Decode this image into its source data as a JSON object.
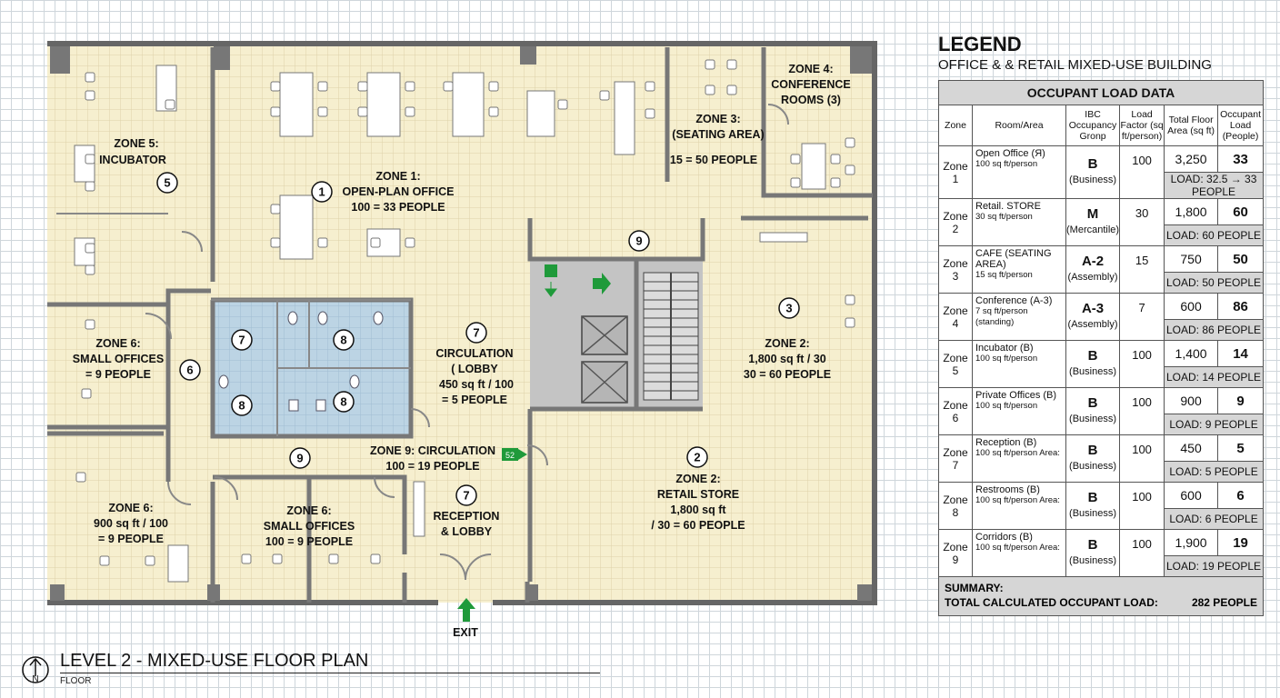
{
  "plan": {
    "labels": {
      "zone1": [
        "ZONE 1:",
        "OPEN-PLAN OFFICE",
        "100 = 33 PEOPLE"
      ],
      "zone3": [
        "ZONE 3:",
        "(SEATING AREA)",
        "15 = 50 PEOPLE"
      ],
      "zone4": [
        "ZONE 4:",
        "CONFERENCE",
        "ROOMS (3)"
      ],
      "zone5": [
        "ZONE 5:",
        "INCUBATOR"
      ],
      "zone6_small": [
        "ZONE 6:",
        "SMALL OFFICES",
        "= 9 PEOPLE"
      ],
      "zone6_large": [
        "ZONE 6:",
        "900 sq ft / 100",
        "= 9 PEOPLE"
      ],
      "zone6_bottom": [
        "ZONE 6:",
        "SMALL OFFICES",
        "100 = 9 PEOPLE"
      ],
      "circulation": [
        "CIRCULATION",
        "( LOBBY",
        "450 sq ft / 100",
        "= 5 PEOPLE"
      ],
      "zone9": [
        "ZONE 9: CIRCULATION",
        "100 = 19 PEOPLE"
      ],
      "reception": [
        "RECEPTION",
        "& LOBBY"
      ],
      "zone2_retail": [
        "ZONE 2:",
        "RETAIL STORE",
        "1,800 sq ft",
        "/ 30 = 60 PEOPLE"
      ],
      "zone2_cafe": [
        "ZONE 2:",
        "1,800 sq ft / 30",
        "30 = 60 PEOPLE"
      ],
      "exit": "EXIT",
      "exit_sign": "52"
    },
    "markers": {
      "m1": "1",
      "m5": "5",
      "m6": "6",
      "m7a": "7",
      "m7b": "7",
      "m7c": "7",
      "m8a": "8",
      "m8b": "8",
      "m8c": "8",
      "m9a": "9",
      "m9b": "9",
      "m3": "3",
      "m2": "2"
    }
  },
  "legend": {
    "title": "LEGEND",
    "subtitle": "OFFICE & & RETAIL MIXED-USE BUILDING",
    "table_title": "OCCUPANT LOAD DATA",
    "headers": {
      "zone": "Zone",
      "room": "Room/Area",
      "group": "IBC Occupancy Gronp",
      "load_factor": "Load Factor (sq ft/person)",
      "area": "Total Floor Area (sq ft)",
      "occupant": "Occupant Load (People)"
    },
    "rows": [
      {
        "zone": "Zone 1",
        "room": "Open Office (Я)",
        "sub": "100 sq ft/person",
        "group": "B",
        "group_name": "(Business)",
        "lf": "100",
        "area": "3,250",
        "occ": "33",
        "load": "LOAD: 32.5 → 33 PEOPLE"
      },
      {
        "zone": "Zone 2",
        "room": "Retail. STORE",
        "sub": "30 sq ft/person",
        "group": "M",
        "group_name": "(Mercantile)",
        "lf": "30",
        "area": "1,800",
        "occ": "60",
        "load": "LOAD: 60 PEOPLE"
      },
      {
        "zone": "Zone 3",
        "room": "CAFE (SEATING AREA)",
        "sub": "15 sq ft/person",
        "group": "A-2",
        "group_name": "(Assembly)",
        "lf": "15",
        "area": "750",
        "occ": "50",
        "load": "LOAD: 50 PEOPLE"
      },
      {
        "zone": "Zone 4",
        "room": "Conference (A-3)",
        "sub": "7 sq ft/person (standing)",
        "group": "A-3",
        "group_name": "(Assembly)",
        "lf": "7",
        "area": "600",
        "occ": "86",
        "load": "LOAD: 86 PEOPLE"
      },
      {
        "zone": "Zone 5",
        "room": "Incubator (B)",
        "sub": "100 sq ft/person",
        "group": "B",
        "group_name": "(Business)",
        "lf": "100",
        "area": "1,400",
        "occ": "14",
        "load": "LOAD: 14 PEOPLE"
      },
      {
        "zone": "Zone 6",
        "room": "Private Offices (B)",
        "sub": "100 sq ft/person",
        "group": "B",
        "group_name": "(Business)",
        "lf": "100",
        "area": "900",
        "occ": "9",
        "load": "LOAD: 9 PEOPLE"
      },
      {
        "zone": "Zone 7",
        "room": "Reception (B)",
        "sub": "100 sq ft/person Area:",
        "group": "B",
        "group_name": "(Business)",
        "lf": "100",
        "area": "450",
        "occ": "5",
        "load": "LOAD: 5 PEOPLE"
      },
      {
        "zone": "Zone 8",
        "room": "Restrooms (B)",
        "sub": "100 sq ft/person Area:",
        "group": "B",
        "group_name": "(Business)",
        "lf": "100",
        "area": "600",
        "occ": "6",
        "load": "LOAD: 6 PEOPLE"
      },
      {
        "zone": "Zone 9",
        "room": "Corridors (B)",
        "sub": "100 sq ft/person Area:",
        "group": "B",
        "group_name": "(Business)",
        "lf": "100",
        "area": "1,900",
        "occ": "19",
        "load": "LOAD: 19 PEOPLE"
      }
    ],
    "summary_label": "SUMMARY:",
    "total_label": "TOTAL CALCULATED OCCUPANT LOAD:",
    "total_value": "282 PEOPLE"
  },
  "title_block": {
    "title": "LEVEL 2 - MIXED-USE FLOOR PLAN",
    "subtitle": "FLOOR",
    "north": "N"
  },
  "colors": {
    "floor": "#f6efcf",
    "restroom": "#bcd4e4",
    "core": "#c4c4c4",
    "wall": "#666666",
    "exit_green": "#1f9a3a"
  }
}
